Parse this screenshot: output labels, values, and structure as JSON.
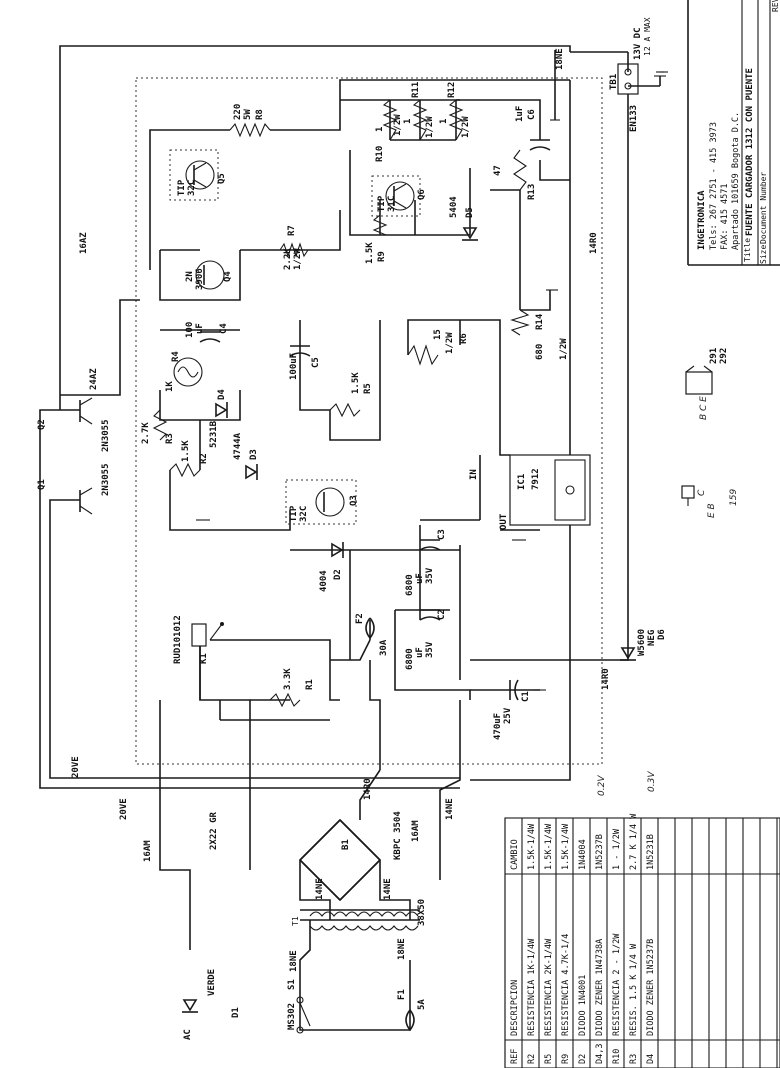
{
  "title_block": {
    "company": "INGETRONICA",
    "tel": "Tels: 267 2751  -  415 3973",
    "fax": "FAX: 415 4571",
    "address": "Apartado  101659  Bogota  D.C.",
    "title_label": "Title",
    "title": "FUENTE CARGADOR 1312 CON PUENTE",
    "size_label": "Size",
    "document_label": "Document Number",
    "rev_label": "REV"
  },
  "output": {
    "tb": "TB1",
    "rating": "13V DC",
    "current": "12 A MAX",
    "wire": "EN133"
  },
  "wires": {
    "w16az": "16AZ",
    "w24az": "24AZ",
    "w18ne_top": "18NE",
    "w14r0a": "14R0",
    "w14r0b": "14R0",
    "w14r0c": "14R0",
    "w20ve_a": "20VE",
    "w20ve_b": "20VE",
    "w16am_a": "16AM",
    "w16am_b": "16AM",
    "w14ne_a": "14NE",
    "w14ne_b": "14NE",
    "w14ne_c": "14NE",
    "w18ne_a": "18NE",
    "w18ne_b": "18NE",
    "w2x22": "2X22 GR"
  },
  "components": {
    "r8": {
      "ref": "R8",
      "val": "220",
      "rating": "5W"
    },
    "r10": {
      "ref": "R10",
      "val": "1",
      "rating": "1/2W"
    },
    "r11": {
      "ref": "R11",
      "val": "1",
      "rating": "1/2W"
    },
    "r12": {
      "ref": "R12",
      "val": "1",
      "rating": "1/2W"
    },
    "c6": {
      "ref": "C6",
      "val": "1uF"
    },
    "q5": {
      "ref": "Q5",
      "part": "TIP",
      "num": "32C"
    },
    "q6": {
      "ref": "Q6",
      "part": "TIP",
      "num": "31C"
    },
    "d5": {
      "ref": "D5",
      "val": "5404"
    },
    "r13": {
      "ref": "R13",
      "val": "47"
    },
    "q4": {
      "ref": "Q4",
      "part": "2N",
      "num": "3906"
    },
    "r7": {
      "ref": "R7",
      "val": "2.2K",
      "rating": "1/2W"
    },
    "r9": {
      "ref": "R9",
      "val": "1.5K"
    },
    "c4": {
      "ref": "C4",
      "val": "100",
      "unit": "uF"
    },
    "r4": {
      "ref": "R4",
      "val": "1K"
    },
    "c5": {
      "ref": "C5",
      "val": "100uF"
    },
    "r6": {
      "ref": "R6",
      "val": "15",
      "rating": "1/2W"
    },
    "r14": {
      "ref": "R14",
      "val": "680",
      "rating": "1/2W"
    },
    "d4": {
      "ref": "D4",
      "val": "5231B"
    },
    "r3": {
      "ref": "R3",
      "val": "2.7K"
    },
    "r5": {
      "ref": "R5",
      "val": "1.5K"
    },
    "r2": {
      "ref": "R2",
      "val": "1.5K"
    },
    "d3": {
      "ref": "D3",
      "val": "4744A"
    },
    "q2": {
      "ref": "Q2",
      "part": "2N3055"
    },
    "q1": {
      "ref": "Q1",
      "part": "2N3055"
    },
    "ic1": {
      "ref": "IC1",
      "part": "7912",
      "in": "IN",
      "out": "OUT"
    },
    "q3": {
      "ref": "Q3",
      "part": "TIP",
      "num": "32C"
    },
    "d2": {
      "ref": "D2",
      "val": "4004"
    },
    "c3": {
      "ref": "C3",
      "val": "6800",
      "unit": "uF",
      "rating": "35V"
    },
    "c2": {
      "ref": "C2",
      "val": "6800",
      "unit": "uF",
      "rating": "35V"
    },
    "k1": {
      "ref": "K1",
      "part": "RUD101012"
    },
    "f2": {
      "ref": "F2",
      "val": "30A"
    },
    "d6": {
      "ref": "D6",
      "val": "W5600",
      "extra": "NEG"
    },
    "r1": {
      "ref": "R1",
      "val": "3.3K"
    },
    "c1": {
      "ref": "C1",
      "val": "470uF",
      "rating": "25V"
    },
    "b1": {
      "ref": "B1",
      "part": "KBPC 3504"
    },
    "t1": {
      "ref": "T1",
      "val": "38X50"
    },
    "d1": {
      "ref": "D1",
      "val": "VERDE",
      "ac": "AC"
    },
    "s1": {
      "ref": "S1",
      "val": "MS302"
    },
    "f1": {
      "ref": "F1",
      "val": "5A"
    }
  },
  "pinouts": {
    "p1": {
      "a": "291",
      "b": "292",
      "pins": "B  C  E"
    },
    "p2": {
      "pins": "E  B",
      "c": "C",
      "num": "159"
    }
  },
  "annotations": {
    "a1": "0.2V",
    "a2": "0.3V"
  },
  "change_table": {
    "headers": [
      "REF",
      "DESCRIPCION",
      "CAMBIO"
    ],
    "rows": [
      [
        "R2",
        "RESISTENCIA 1K-1/4W",
        "1.5K-1/4W"
      ],
      [
        "R5",
        "RESISTENCIA 2K-1/4W",
        "1.5K-1/4W"
      ],
      [
        "R9",
        "RESISTENCIA 4.7K-1/4",
        "1.5K-1/4W"
      ],
      [
        "D2",
        "DIODO 1N4001",
        "1N4004"
      ],
      [
        "D4,3",
        "DIODO ZENER 1N4738A",
        "1N5237B"
      ],
      [
        "R10",
        "RESISTENCIA 2 - 1/2W",
        "1 - 1/2W"
      ],
      [
        "R3",
        "RESIS. 1.5 K 1/4 W",
        "2.7 K 1/4 W"
      ],
      [
        "D4",
        "DIODO ZENER 1N5237B",
        "1N5231B"
      ]
    ]
  }
}
